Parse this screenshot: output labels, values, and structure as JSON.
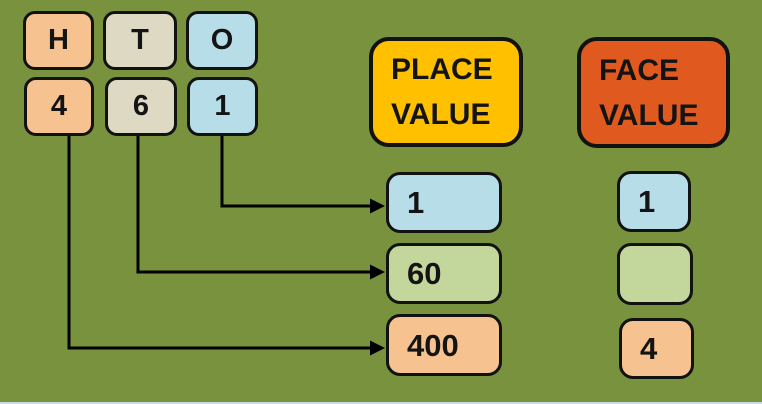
{
  "diagram": {
    "description": "Place value vs face value teaching diagram for the number 461",
    "columns": {
      "headers": [
        {
          "label": "H",
          "color_name": "peach"
        },
        {
          "label": "T",
          "color_name": "tan"
        },
        {
          "label": "O",
          "color_name": "blue"
        }
      ],
      "digits": [
        {
          "label": "4",
          "color_name": "peach"
        },
        {
          "label": "6",
          "color_name": "tan"
        },
        {
          "label": "1",
          "color_name": "blue"
        }
      ]
    },
    "place_value": {
      "title_line1": "PLACE",
      "title_line2": "VALUE",
      "items": [
        {
          "value": "1",
          "color_name": "blue"
        },
        {
          "value": "60",
          "color_name": "green"
        },
        {
          "value": "400",
          "color_name": "peach"
        }
      ]
    },
    "face_value": {
      "title_line1": "FACE",
      "title_line2": "VALUE",
      "items": [
        {
          "value": "1",
          "color_name": "blue"
        },
        {
          "value": "",
          "color_name": "green"
        },
        {
          "value": "4",
          "color_name": "peach"
        }
      ]
    },
    "colors": {
      "background": "#79923E",
      "peach": "#F6C28F",
      "tan": "#DDD9C3",
      "blue": "#B7DEE8",
      "green": "#C3D69B",
      "place_header": "#FFC000",
      "face_header": "#E05A1F",
      "outline": "#121212",
      "arrow": "#000000"
    }
  }
}
